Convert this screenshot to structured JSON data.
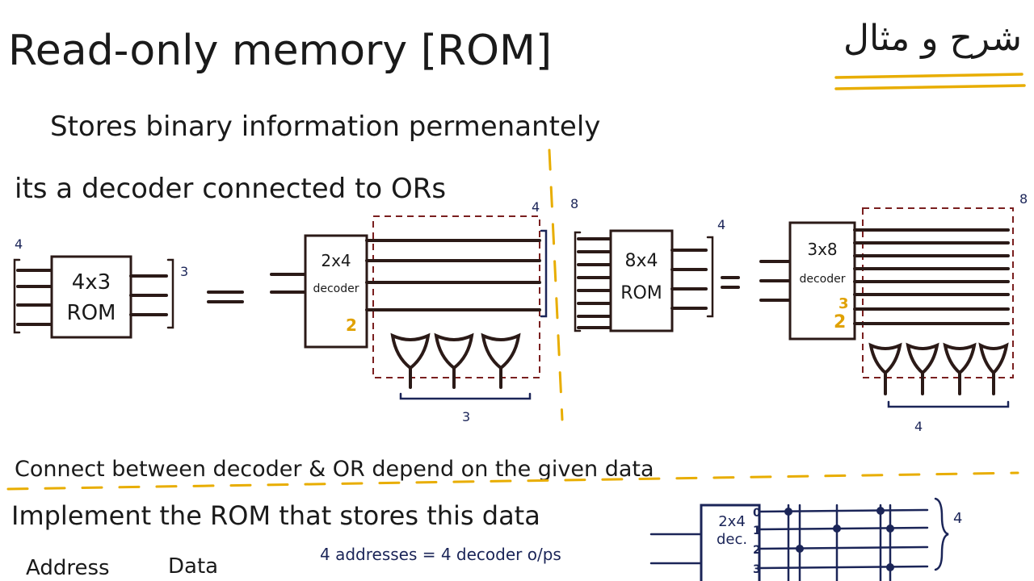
{
  "title": "Read-only memory [ROM]",
  "arabic_title": "شرح و مثال",
  "line1": "Stores binary information permenantely",
  "line2": "its a decoder connected to ORs",
  "rom1": {
    "line1": "4x3",
    "line2": "ROM",
    "in_count": "4",
    "out_count": "3"
  },
  "decoder1": {
    "line1": "2x4",
    "line2": "decoder",
    "select_count": "2",
    "top_count": "4",
    "or_count": "3"
  },
  "divider_label": "8",
  "rom2": {
    "line1": "8x4",
    "line2": "ROM",
    "in_count": "4"
  },
  "decoder2": {
    "line1": "3x8",
    "line2": "decoder",
    "select_count": "3",
    "sub_count": "2",
    "top_count": "8",
    "or_count": "4"
  },
  "connect_note": "Connect between decoder & OR depend on the given data",
  "implement_title": "Implement the ROM that stores this data",
  "table_headers": {
    "address": "Address",
    "data": "Data"
  },
  "addresses_note": "4 addresses = 4 decoder o/ps",
  "decoder3": {
    "line1": "2x4",
    "line2": "dec.",
    "outputs": [
      "0",
      "1",
      "2",
      "3"
    ],
    "bracket_count": "4"
  },
  "colors": {
    "ink": "#2b1a17",
    "navy": "#1b2558",
    "gold": "#e8ad00",
    "red_dash": "#7a1f1f"
  }
}
